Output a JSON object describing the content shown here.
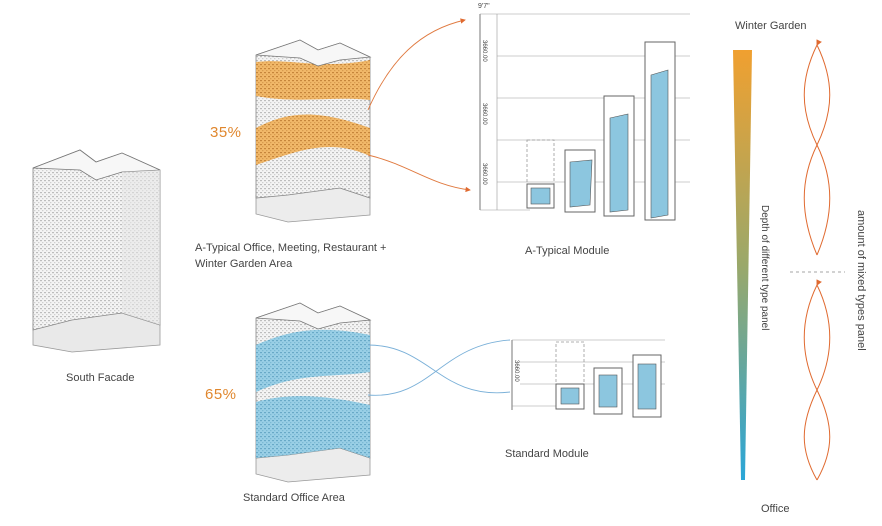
{
  "labels": {
    "south_facade": "South Facade",
    "atypical_area_line1": "A-Typical Office, Meeting, Restaurant +",
    "atypical_area_line2": "Winter Garden Area",
    "atypical_module": "A-Typical Module",
    "standard_module": "Standard Module",
    "standard_area": "Standard Office Area",
    "winter_garden": "Winter Garden",
    "office": "Office",
    "depth_panel": "Depth of different type panel",
    "mixed_panels": "amount of mixed  types panel"
  },
  "percentages": {
    "atypical": "35%",
    "standard": "65%"
  },
  "dimension_labels": {
    "top_tick": "9'7\"",
    "dim1": "3660.00",
    "dim2": "3660.00",
    "dim3": "3660.00",
    "dim4": "3660.00"
  },
  "colors": {
    "accent_orange": "#e8a04a",
    "accent_blue": "#6fb8d8",
    "gradient_top": "#f0a030",
    "gradient_bottom": "#2aa6d8",
    "curve": "#e06a30",
    "connector_blue": "#7ab0d8"
  }
}
